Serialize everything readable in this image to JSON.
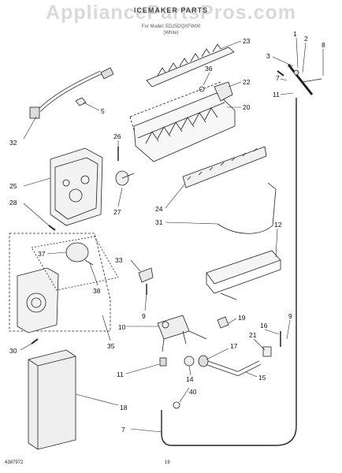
{
  "watermark": "AppliancePartsPros.com",
  "header": {
    "title": "ICEMAKER PARTS",
    "subtitle_line1": "For Model: ED25DQXFW00",
    "subtitle_line2": "(White)"
  },
  "footer": {
    "doc_number": "4387972",
    "page_number": "19"
  },
  "callouts": [
    "1",
    "2",
    "3",
    "7",
    "8",
    "11",
    "23",
    "36",
    "22",
    "20",
    "5",
    "32",
    "26",
    "25",
    "27",
    "28",
    "24",
    "31",
    "12",
    "37",
    "38",
    "33",
    "9",
    "10",
    "19",
    "16",
    "9",
    "17",
    "21",
    "14",
    "15",
    "11",
    "30",
    "35",
    "40",
    "18",
    "7"
  ]
}
